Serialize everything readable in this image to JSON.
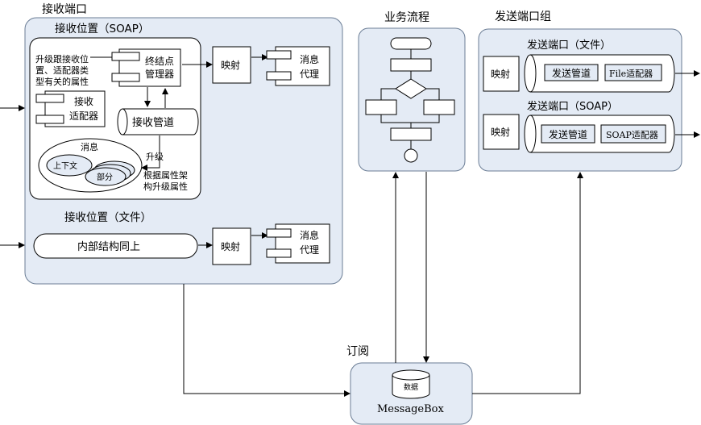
{
  "colors": {
    "panel_fill": "#e4ebf5",
    "panel_stroke": "#6b7d95",
    "box_fill": "#ffffff",
    "line": "#000000",
    "messagebox_fill": "#e4ebf5"
  },
  "receive_port": {
    "title": "接收端口",
    "soap_location": {
      "title": "接收位置（SOAP）",
      "note_line1": "升级跟接收位",
      "note_line2": "置、适配器类",
      "note_line3": "型有关的属性",
      "endpoint_manager_line1": "终结点",
      "endpoint_manager_line2": "管理器",
      "adapter_line1": "接收",
      "adapter_line2": "适配器",
      "pipeline": "接收管道",
      "message_group": "消息",
      "context": "上下文",
      "part": "部分",
      "promote_label": "升级",
      "promote_note_line1": "根据属性架",
      "promote_note_line2": "构升级属性",
      "map": "映射",
      "agent_line1": "消息",
      "agent_line2": "代理"
    },
    "file_location": {
      "title": "接收位置（文件）",
      "inner": "内部结构同上",
      "map": "映射",
      "agent_line1": "消息",
      "agent_line2": "代理"
    }
  },
  "orchestration": {
    "title": "业务流程"
  },
  "send_group": {
    "title": "发送端口组",
    "file_port": {
      "title": "发送端口（文件）",
      "map": "映射",
      "pipeline": "发送管道",
      "adapter": "File适配器"
    },
    "soap_port": {
      "title": "发送端口（SOAP）",
      "map": "映射",
      "pipeline": "发送管道",
      "adapter": "SOAP适配器"
    }
  },
  "subscribe_label": "订阅",
  "messagebox": {
    "db_label": "数据",
    "name": "MessageBox"
  }
}
